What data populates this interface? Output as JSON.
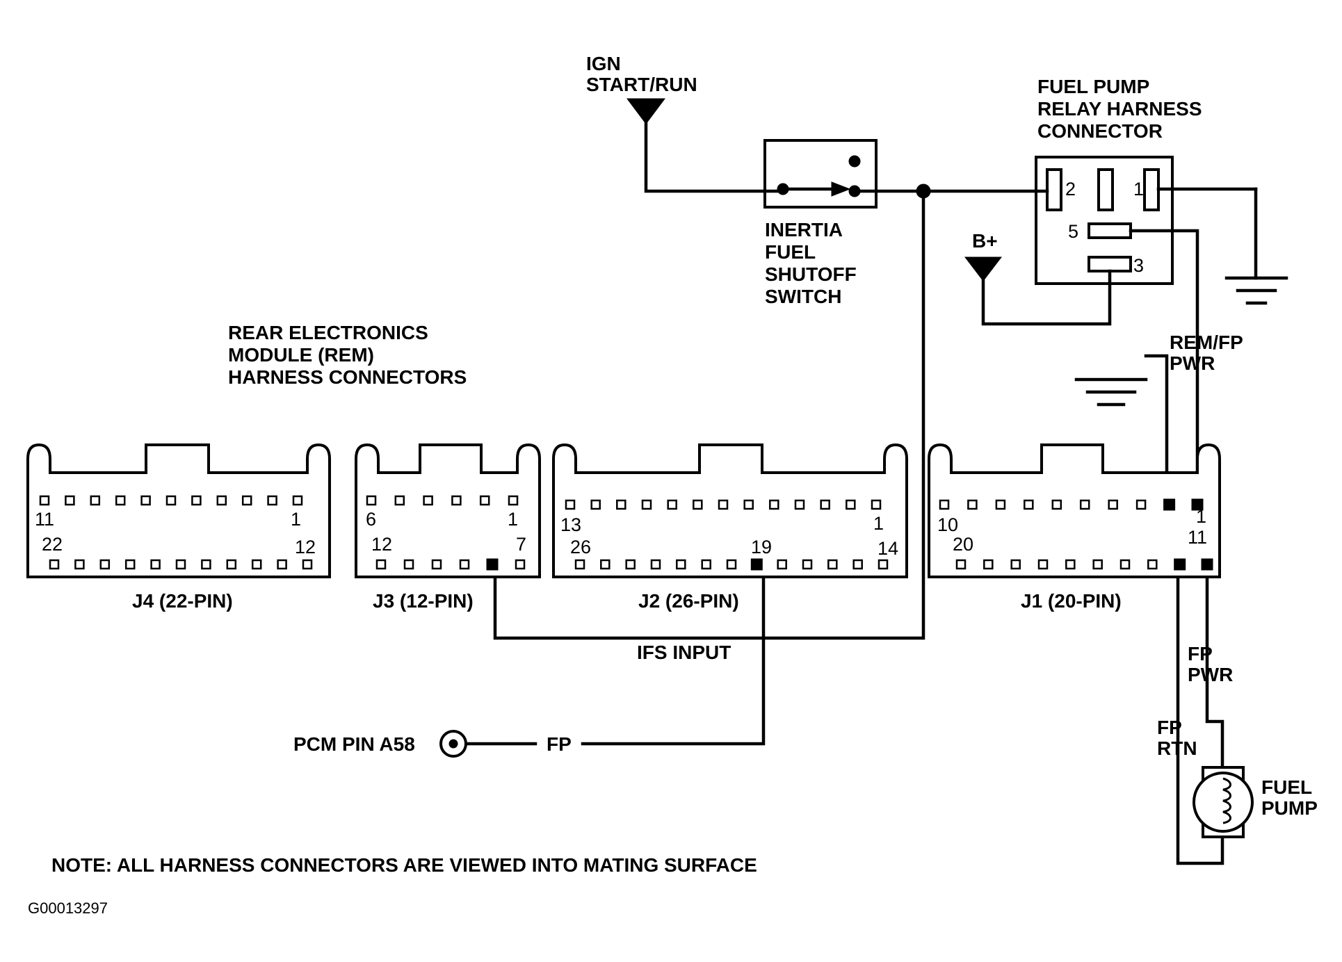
{
  "labels": {
    "ign": [
      "IGN",
      "START/RUN"
    ],
    "relay_connector": [
      "FUEL PUMP",
      "RELAY HARNESS",
      "CONNECTOR"
    ],
    "inertia_switch": [
      "INERTIA",
      "FUEL",
      "SHUTOFF",
      "SWITCH"
    ],
    "b_plus": "B+",
    "rem_connectors": [
      "REAR ELECTRONICS",
      "MODULE (REM)",
      "HARNESS CONNECTORS"
    ],
    "rem_fp_pwr": [
      "REM/FP",
      "PWR"
    ],
    "ifs_input": "IFS INPUT",
    "pcm_pin": "PCM PIN A58",
    "fp": "FP",
    "fp_pwr": [
      "FP",
      "PWR"
    ],
    "fp_rtn": [
      "FP",
      "RTN"
    ],
    "fuel_pump": [
      "FUEL",
      "PUMP"
    ],
    "note": "NOTE:  ALL HARNESS CONNECTORS ARE VIEWED INTO MATING SURFACE",
    "figure_id": "G00013297"
  },
  "relay_pins": [
    "2",
    "1",
    "5",
    "3"
  ],
  "connectors": [
    {
      "id": "J4",
      "label": "J4 (22-PIN)",
      "top_left": "11",
      "top_right": "1",
      "bottom_left": "22",
      "bottom_right": "12"
    },
    {
      "id": "J3",
      "label": "J3 (12-PIN)",
      "top_left": "6",
      "top_right": "1",
      "bottom_left": "12",
      "bottom_right": "7"
    },
    {
      "id": "J2",
      "label": "J2 (26-PIN)",
      "top_left": "13",
      "top_right": "1",
      "bottom_left": "26",
      "bottom_right": "14",
      "marked": "19"
    },
    {
      "id": "J1",
      "label": "J1 (20-PIN)",
      "top_left": "10",
      "top_right": "1",
      "bottom_left": "20",
      "bottom_right": "11"
    }
  ]
}
